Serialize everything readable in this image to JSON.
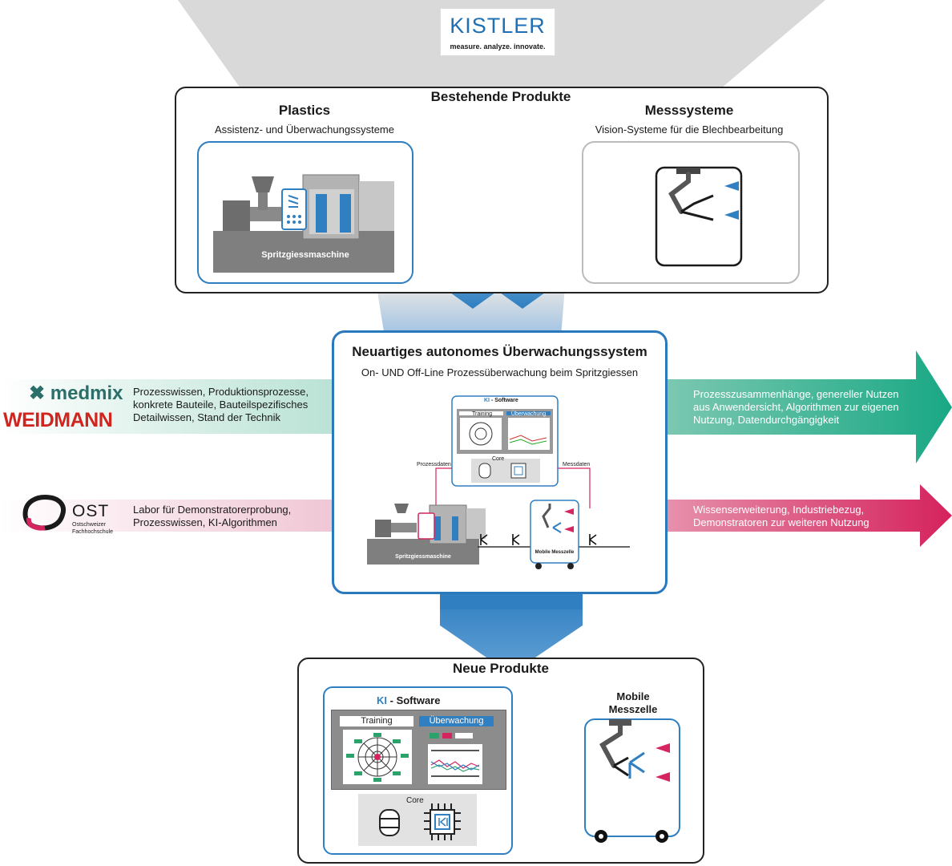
{
  "logos": {
    "kistler_name": "KISTLER",
    "kistler_tagline": "measure. analyze. innovate.",
    "medmix": "medmix",
    "weidmann": "WEIDMANN",
    "ost": "OST",
    "ost_line1": "Ostschweizer",
    "ost_line2": "Fachhochschule"
  },
  "existing": {
    "heading": "Bestehende Produkte",
    "plastics_title": "Plastics",
    "plastics_sub": "Assistenz- und Überwachungssysteme",
    "machine_label": "Spritzgiessmaschine",
    "mess_title": "Messsysteme",
    "mess_sub": "Vision-Systeme für die Blechbearbeitung"
  },
  "center": {
    "title": "Neuartiges autonomes Überwachungssystem",
    "subtitle": "On- UND Off-Line Prozessüberwachung beim Spritzgiessen",
    "software_title": "- Software",
    "ki_glyph": "KI",
    "training": "Training",
    "monitoring": "Überwachung",
    "core": "Core",
    "prozessdaten": "Prozessdaten",
    "messdaten": "Messdaten",
    "machine_label": "Spritzgiessmaschine",
    "mobile_label": "Mobile Messzelle"
  },
  "inputs": {
    "partners_top": "Prozesswissen, Produktionsprozesse, konkrete Bauteile, Bauteilspezifisches Detailwissen, Stand der Technik",
    "partners_bottom": "Labor für Demonstratorerprobung, Prozesswissen, KI-Algorithmen"
  },
  "outputs": {
    "kistler": "Prozesszusammenhänge, genereller Nutzen aus Anwendersicht, Algorithmen zur eigenen Nutzung, Datendurchgängigkeit",
    "ost": "Wissenserweiterung, Industriebezug, Demonstratoren zur weiteren Nutzung"
  },
  "new": {
    "heading": "Neue Produkte",
    "software_title": "- Software",
    "training": "Training",
    "monitoring": "Überwachung",
    "core": "Core",
    "mobile_title_1": "Mobile",
    "mobile_title_2": "Messzelle"
  },
  "colors": {
    "blue": "#2f7fc1",
    "teal": "#1aa987",
    "magenta": "#d6245f",
    "funnel_gray": "#d9d9d9"
  }
}
